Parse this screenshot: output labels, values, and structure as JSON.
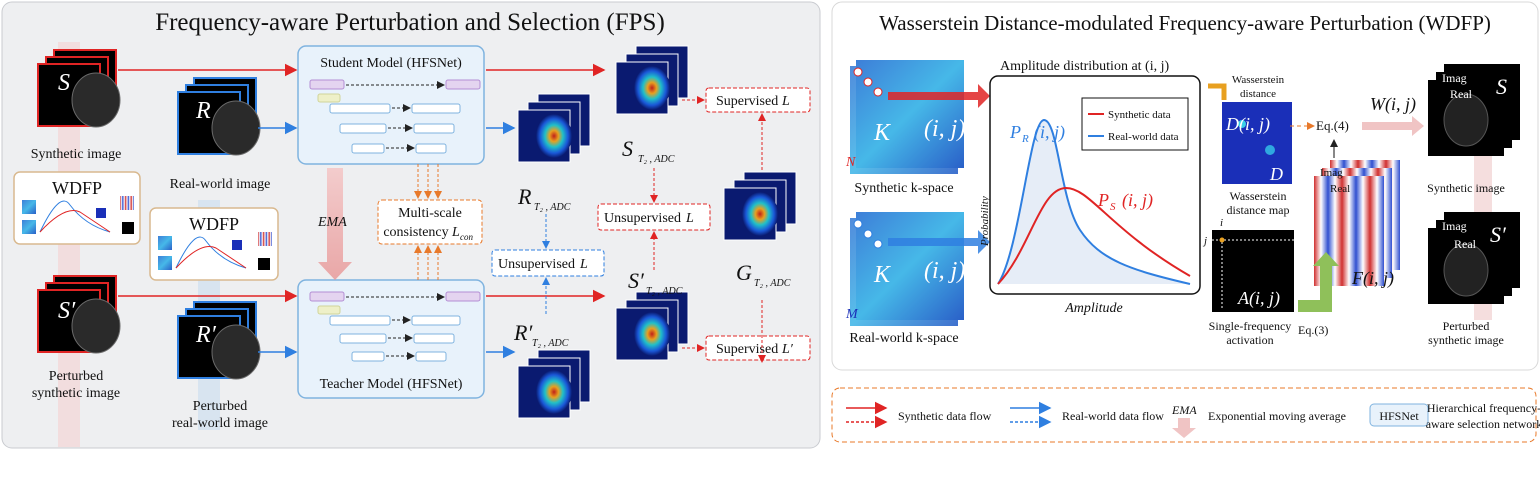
{
  "fps": {
    "title": "Frequency-aware Perturbation and Selection (FPS)",
    "synthetic_image_label": "Synthetic image",
    "real_world_image_label": "Real-world image",
    "perturbed_synthetic_label_l1": "Perturbed",
    "perturbed_synthetic_label_l2": "synthetic image",
    "perturbed_real_label_l1": "Perturbed",
    "perturbed_real_label_l2": "real-world image",
    "wdfp_label": "WDFP",
    "student_model": "Student Model (HFSNet)",
    "teacher_model": "Teacher Model (HFSNet)",
    "ema": "EMA",
    "consistency_l1": "Multi-scale",
    "consistency_l2": "consistency",
    "loss_con": "L",
    "loss_con_sub": "con",
    "unsup_real": "Unsupervised",
    "unsup_syn": "Unsupervised",
    "sup1": "Supervised",
    "sup2": "Supervised",
    "sym_S": "S",
    "sym_R": "R",
    "sym_Sp": "S′",
    "sym_Rp": "R′",
    "sub_t2adc": "T₂ , ADC",
    "sym_G": "G"
  },
  "wdfp": {
    "title": "Wasserstein Distance-modulated Frequency-aware Perturbation (WDFP)",
    "amp_dist_title": "Amplitude distribution at (i, j)",
    "legend_synthetic": "Synthetic data",
    "legend_real": "Real-world data",
    "y_axis": "Probability",
    "x_axis": "Amplitude",
    "PR": "P",
    "PR_sub": "R",
    "PS": "P",
    "PS_sub": "S",
    "ij": "(i, j)",
    "K": "K",
    "synthetic_kspace_l1": "Synthetic k-space",
    "real_kspace_l1": "Real-world k-space",
    "N": "N",
    "M": "M",
    "wasserstein_distance_l1": "Wasserstein",
    "wasserstein_distance_l2": "distance",
    "D_ij": "D(i, j)",
    "D": "D",
    "wd_map_l1": "Wasserstein",
    "wd_map_l2": "distance map",
    "A_ij": "A(i, j)",
    "sfa_l1": "Single-frequency",
    "sfa_l2": "activation",
    "i": "i",
    "j": "j",
    "eq4": "Eq.(4)",
    "eq3": "Eq.(3)",
    "W_ij": "W(i, j)",
    "F_ij": "F(i, j)",
    "imag": "Imag",
    "real": "Real",
    "synthetic_image": "Synthetic image",
    "perturbed_l1": "Perturbed",
    "perturbed_l2": "synthetic image"
  },
  "legend": {
    "synthetic_flow": "Synthetic data flow",
    "real_flow": "Real-world data flow",
    "ema": "EMA",
    "ema_desc": "Exponential moving average",
    "hfsnet": "HFSNet",
    "hfsnet_desc_l1": "Hierarchical frequency-",
    "hfsnet_desc_l2": "aware selection network"
  },
  "colors": {
    "synthetic_flow": "#e02424",
    "real_flow": "#2f7fe0",
    "panel_bg": "#eeeff1",
    "model_fill": "#e8f2fb",
    "model_stroke": "#7fb3df"
  }
}
